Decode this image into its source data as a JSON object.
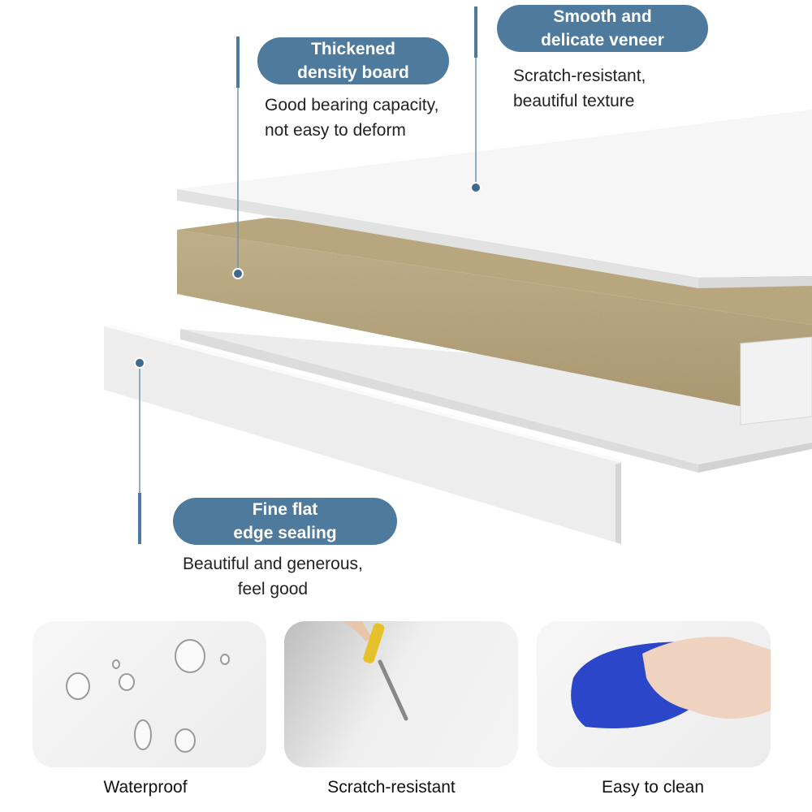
{
  "callouts": {
    "veneer": {
      "title_line1": "Smooth and",
      "title_line2": "delicate veneer",
      "desc_line1": "Scratch-resistant,",
      "desc_line2": "beautiful texture"
    },
    "board": {
      "title_line1": "Thickened",
      "title_line2": "density board",
      "desc_line1": "Good bearing capacity,",
      "desc_line2": "not easy to deform"
    },
    "edge": {
      "title_line1": "Fine flat",
      "title_line2": "edge sealing",
      "desc_line1": "Beautiful and generous,",
      "desc_line2": "feel good"
    }
  },
  "features": [
    {
      "label": "Waterproof",
      "icon": "water-drops-icon"
    },
    {
      "label": "Scratch-resistant",
      "icon": "knife-scratch-icon"
    },
    {
      "label": "Easy to clean",
      "icon": "towel-wipe-icon"
    }
  ],
  "colors": {
    "accent": "#4e7a9e",
    "board": "#b5a27a",
    "text": "#222222"
  }
}
